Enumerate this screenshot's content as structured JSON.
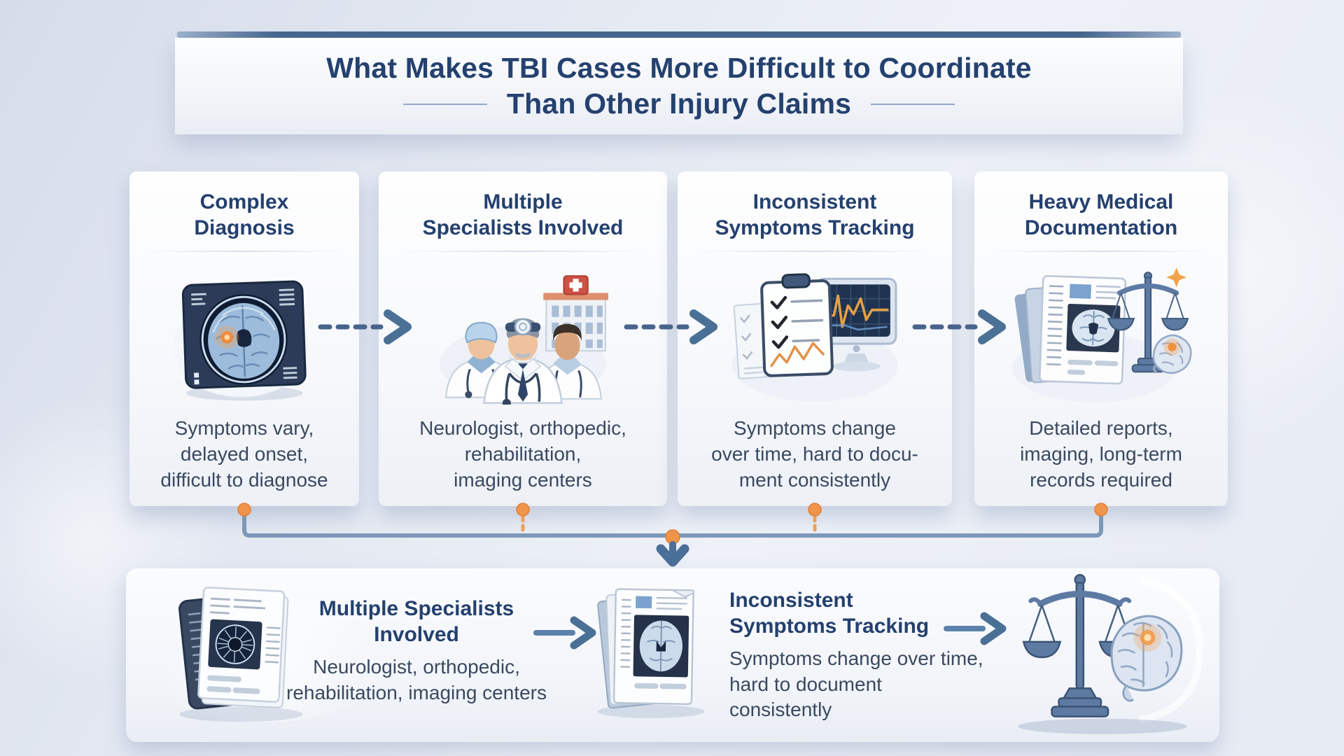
{
  "title": {
    "line1": "What Makes TBI Cases More Difficult to Coordinate",
    "line2": "Than Other Injury Claims"
  },
  "cards": [
    {
      "heading_line1": "Complex",
      "heading_line2": "Diagnosis",
      "icon": "brain-mri-scan-icon",
      "desc_line1": "Symptoms vary,",
      "desc_line2": "delayed onset,",
      "desc_line3": "difficult to diagnose"
    },
    {
      "heading_line1": "Multiple",
      "heading_line2": "Specialists Involved",
      "icon": "doctors-team-icon",
      "desc_line1": "Neurologist, orthopedic,",
      "desc_line2": "rehabilitation,",
      "desc_line3": "imaging centers"
    },
    {
      "heading_line1": "Inconsistent",
      "heading_line2": "Symptoms Tracking",
      "icon": "symptom-checklist-monitor-icon",
      "desc_line1": "Symptoms change",
      "desc_line2": "over time, hard to docu-",
      "desc_line3": "ment consistently"
    },
    {
      "heading_line1": "Heavy Medical",
      "heading_line2": "Documentation",
      "icon": "medical-records-scales-brain-icon",
      "desc_line1": "Detailed reports,",
      "desc_line2": "imaging, long-term",
      "desc_line3": "records required"
    }
  ],
  "flow": {
    "card_arrow_icon": "dashed-arrow-right-icon",
    "connector_arrow_icon": "arrow-down-icon"
  },
  "bottom_panel": {
    "step1": {
      "icon": "medical-report-brain-scan-icon",
      "heading_line1": "Multiple Specialists",
      "heading_line2": "Involved",
      "desc_line1": "Neurologist, orthopedic,",
      "desc_line2": "rehabilitation, imaging centers"
    },
    "arrow1_icon": "arrow-right-icon",
    "step2": {
      "icon": "medical-report-brain-scan-icon",
      "heading_line1": "Inconsistent",
      "heading_line2": "Symptoms Tracking",
      "desc_line1": "Symptoms change over time,",
      "desc_line2": "hard to document consistently"
    },
    "arrow2_icon": "arrow-right-icon",
    "end_icon": "scales-and-brain-icon"
  },
  "colors": {
    "heading_navy": "#24406e",
    "body_text": "#3a4960",
    "arrow_steel_blue": "#4a7096",
    "connector_line": "#7b98b8",
    "dot_orange": "#f0944a",
    "accent_bar": "#46658d",
    "card_background": "#f7f9fc",
    "page_background": "#e4e9f2"
  }
}
